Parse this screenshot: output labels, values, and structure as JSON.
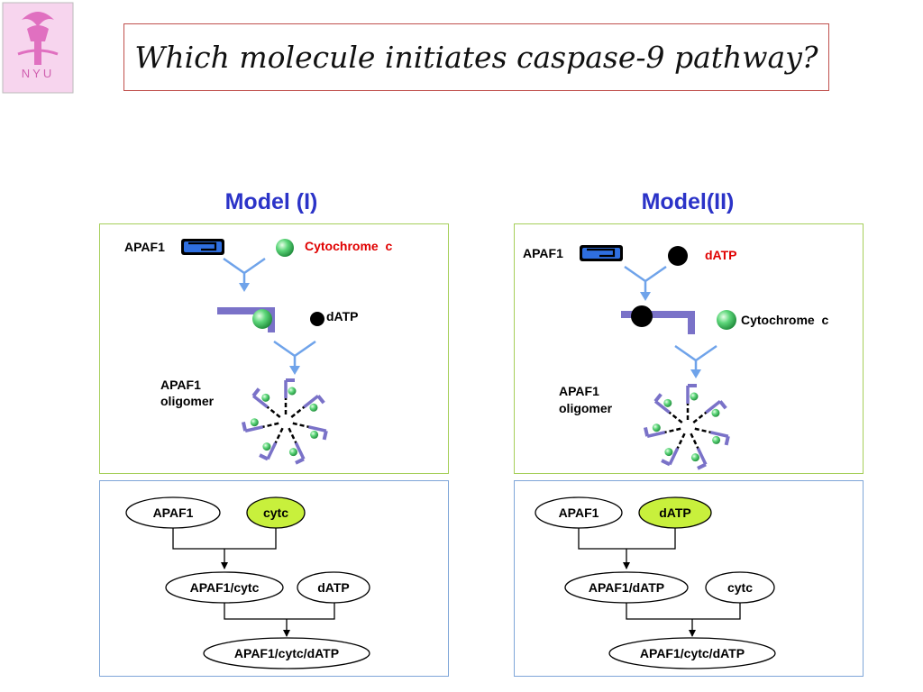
{
  "title": "Which molecule initiates caspase-9 pathway?",
  "logo": {
    "text": "NYU"
  },
  "model1": {
    "heading": "Model (I)",
    "labels": {
      "apaf1": "APAF1",
      "first_ligand": "Cytochrome  c",
      "second_ligand": "dATP",
      "oligomer_line1": "APAF1",
      "oligomer_line2": "oligomer"
    },
    "flow": {
      "top_left": "APAF1",
      "top_right": "cytc",
      "mid_left": "APAF1/cytc",
      "mid_right": "dATP",
      "bottom": "APAF1/cytc/dATP"
    }
  },
  "model2": {
    "heading": "Model(II)",
    "labels": {
      "apaf1": "APAF1",
      "first_ligand": "dATP",
      "second_ligand": "Cytochrome  c",
      "oligomer_line1": "APAF1",
      "oligomer_line2": "oligomer"
    },
    "flow": {
      "top_left": "APAF1",
      "top_right": "dATP",
      "mid_left": "APAF1/dATP",
      "mid_right": "cytc",
      "bottom": "APAF1/cytc/dATP"
    }
  },
  "colors": {
    "title_border": "#c0504d",
    "model_heading": "#2b33c8",
    "panel_border": "#a6cf5a",
    "flow_border": "#7fa6d8",
    "highlight": "#c8f03c",
    "emphasis_label": "#e00000",
    "apaf1_protein": "#2f6fe0",
    "arrow": "#6fa3ea",
    "oligomer_arm": "#7a72c8",
    "cytochrome_c": "#4bc96b",
    "datp": "#000000"
  },
  "icons": [
    "logo-icon",
    "apaf1-protein-icon",
    "cytochrome-c-icon",
    "datp-icon",
    "y-arrow-icon",
    "oligomer-icon"
  ]
}
